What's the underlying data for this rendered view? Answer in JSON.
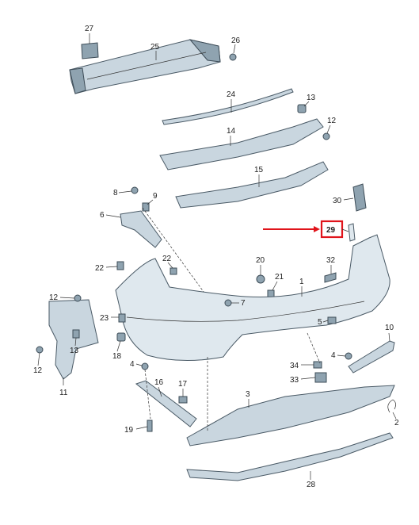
{
  "diagram": {
    "highlight_color": "#e0141b",
    "part_color": "#c9d6df",
    "callouts": {
      "c1": "1",
      "c2": "2",
      "c3": "3",
      "c4a": "4",
      "c4b": "4",
      "c5": "5",
      "c6": "6",
      "c7": "7",
      "c8": "8",
      "c9": "9",
      "c10": "10",
      "c11": "11",
      "c12a": "12",
      "c12b": "12",
      "c12c": "12",
      "c13a": "13",
      "c13b": "13",
      "c14": "14",
      "c15": "15",
      "c16": "16",
      "c17": "17",
      "c18": "18",
      "c19": "19",
      "c20": "20",
      "c21": "21",
      "c22a": "22",
      "c22b": "22",
      "c23": "23",
      "c24": "24",
      "c25": "25",
      "c26": "26",
      "c27": "27",
      "c28": "28",
      "c29": "29",
      "c30": "30",
      "c32": "32",
      "c33": "33",
      "c34": "34"
    },
    "highlighted_part": "29"
  }
}
